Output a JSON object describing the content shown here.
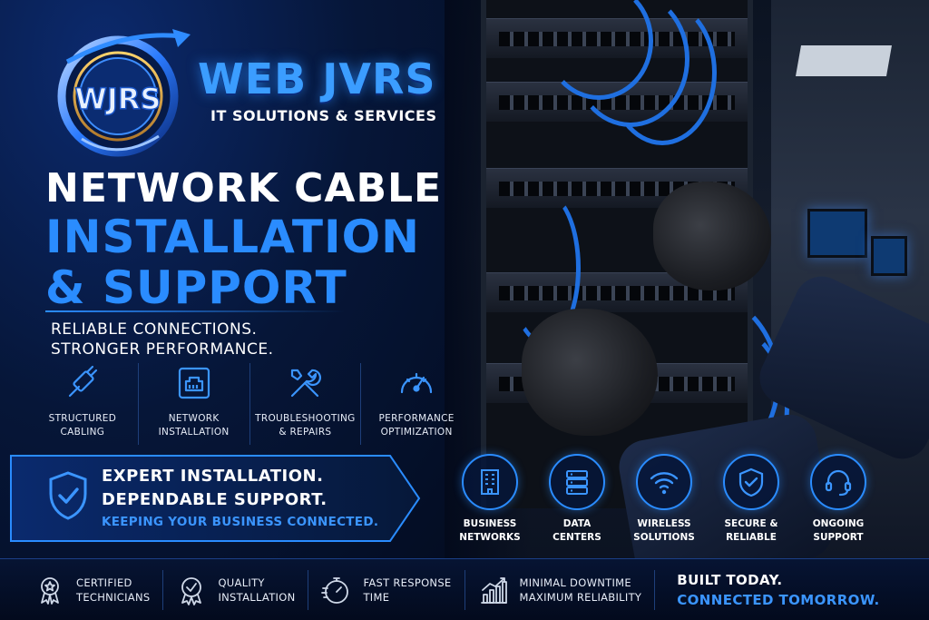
{
  "brand": {
    "logo_text": "WJRS",
    "name": "WEB JVRS",
    "subtitle": "IT SOLUTIONS & SERVICES"
  },
  "headline": {
    "line1": "NETWORK CABLE",
    "line2": "INSTALLATION",
    "line3": "& SUPPORT"
  },
  "tagline": {
    "line1": "RELIABLE CONNECTIONS.",
    "line2": "STRONGER PERFORMANCE."
  },
  "features": [
    {
      "icon": "ethernet-plug-icon",
      "line1": "STRUCTURED",
      "line2": "CABLING"
    },
    {
      "icon": "network-port-icon",
      "line1": "NETWORK",
      "line2": "INSTALLATION"
    },
    {
      "icon": "tools-icon",
      "line1": "TROUBLESHOOTING",
      "line2": "& REPAIRS"
    },
    {
      "icon": "speedometer-icon",
      "line1": "PERFORMANCE",
      "line2": "OPTIMIZATION"
    }
  ],
  "banner": {
    "line1": "EXPERT INSTALLATION.",
    "line2": "DEPENDABLE SUPPORT.",
    "line3": "KEEPING YOUR BUSINESS CONNECTED."
  },
  "services": [
    {
      "icon": "building-icon",
      "line1": "BUSINESS",
      "line2": "NETWORKS"
    },
    {
      "icon": "server-icon",
      "line1": "DATA",
      "line2": "CENTERS"
    },
    {
      "icon": "wifi-icon",
      "line1": "WIRELESS",
      "line2": "SOLUTIONS"
    },
    {
      "icon": "shield-check-icon",
      "line1": "SECURE &",
      "line2": "RELIABLE"
    },
    {
      "icon": "headset-icon",
      "line1": "ONGOING",
      "line2": "SUPPORT"
    }
  ],
  "footer": {
    "items": [
      {
        "icon": "award-icon",
        "line1": "CERTIFIED",
        "line2": "TECHNICIANS"
      },
      {
        "icon": "quality-badge-icon",
        "line1": "QUALITY",
        "line2": "INSTALLATION"
      },
      {
        "icon": "stopwatch-icon",
        "line1": "FAST RESPONSE",
        "line2": "TIME"
      },
      {
        "icon": "bar-chart-icon",
        "line1": "MINIMAL DOWNTIME",
        "line2": "MAXIMUM RELIABILITY"
      }
    ],
    "closing_line1": "BUILT TODAY.",
    "closing_line2": "CONNECTED TOMORROW."
  },
  "colors": {
    "accent": "#2a8cff",
    "background": "#030b1f",
    "text": "#ffffff"
  }
}
